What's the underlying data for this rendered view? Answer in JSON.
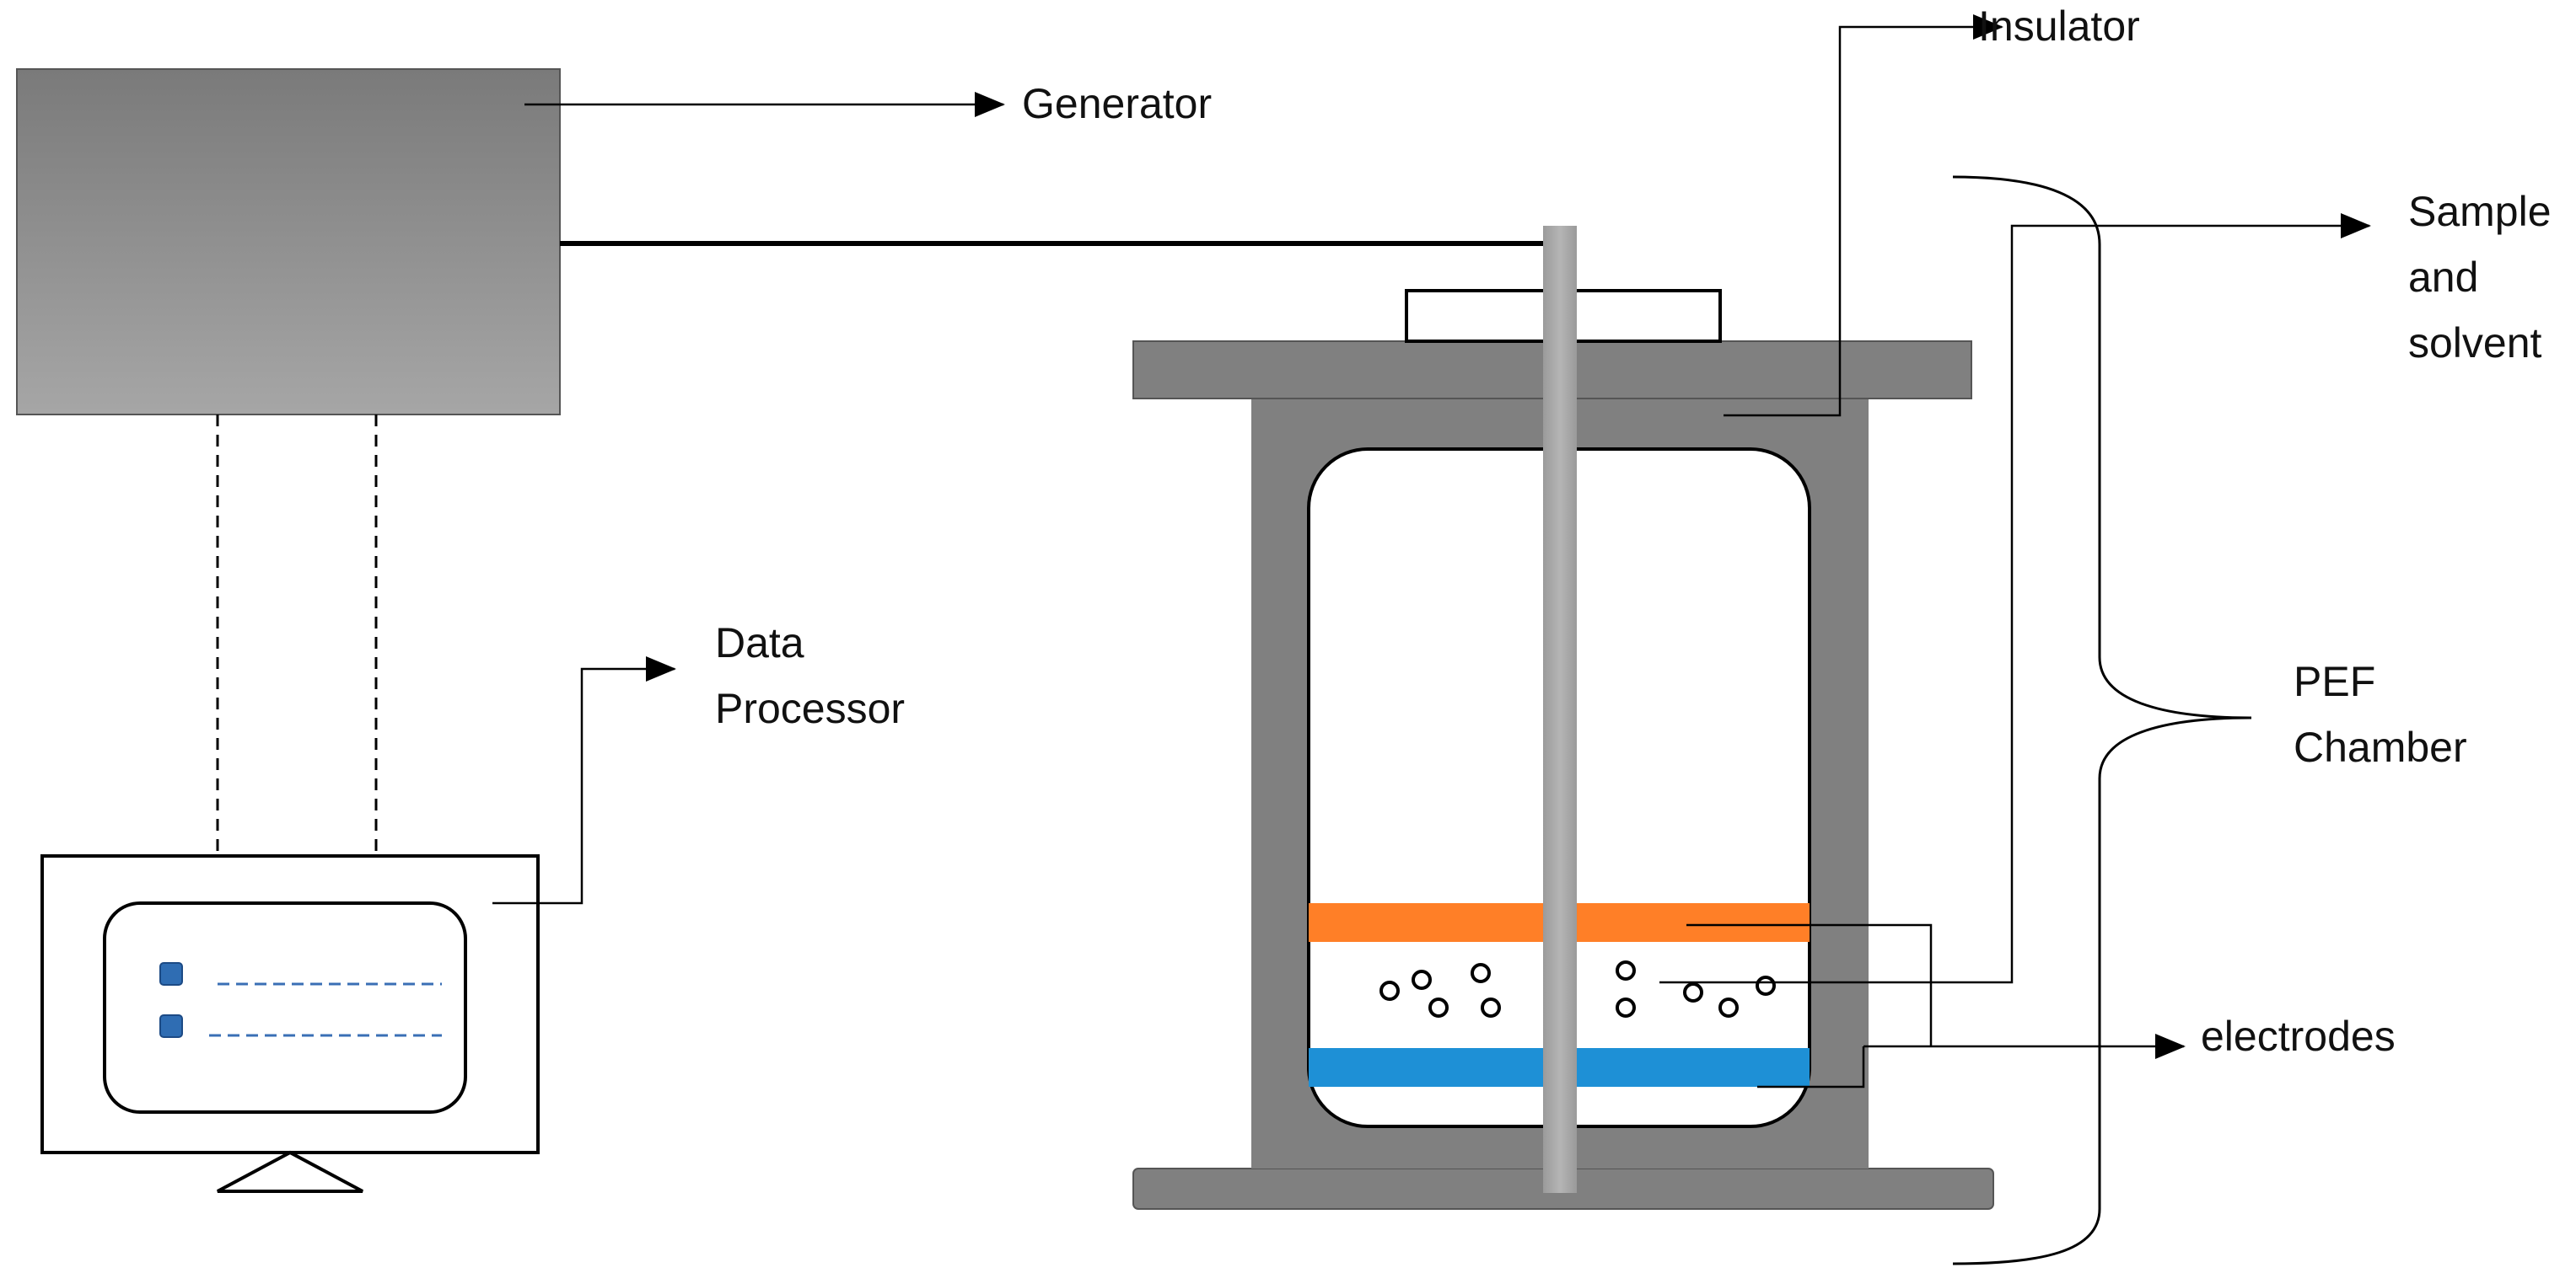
{
  "labels": {
    "generator": "Generator",
    "insulator": "Insulator",
    "sample_line1": "Sample",
    "sample_line2": "and",
    "sample_line3": "solvent",
    "data_line1": "Data",
    "data_line2": "Processor",
    "pef_line1": "PEF",
    "pef_line2": "Chamber",
    "electrodes": "electrodes"
  },
  "colors": {
    "generator_box_top": "#7a7a7a",
    "generator_box_bottom": "#a6a6a6",
    "chamber_frame": "#808080",
    "rod": "#a6a6a6",
    "electrode_top": "#ff7f27",
    "electrode_bottom": "#1e90d6",
    "screen_dash": "#3a6fb5",
    "screen_dot": "#2f6db3"
  },
  "icons": [
    "monitor-icon",
    "arrow-right-icon",
    "curly-brace-icon",
    "bubble-icon"
  ]
}
